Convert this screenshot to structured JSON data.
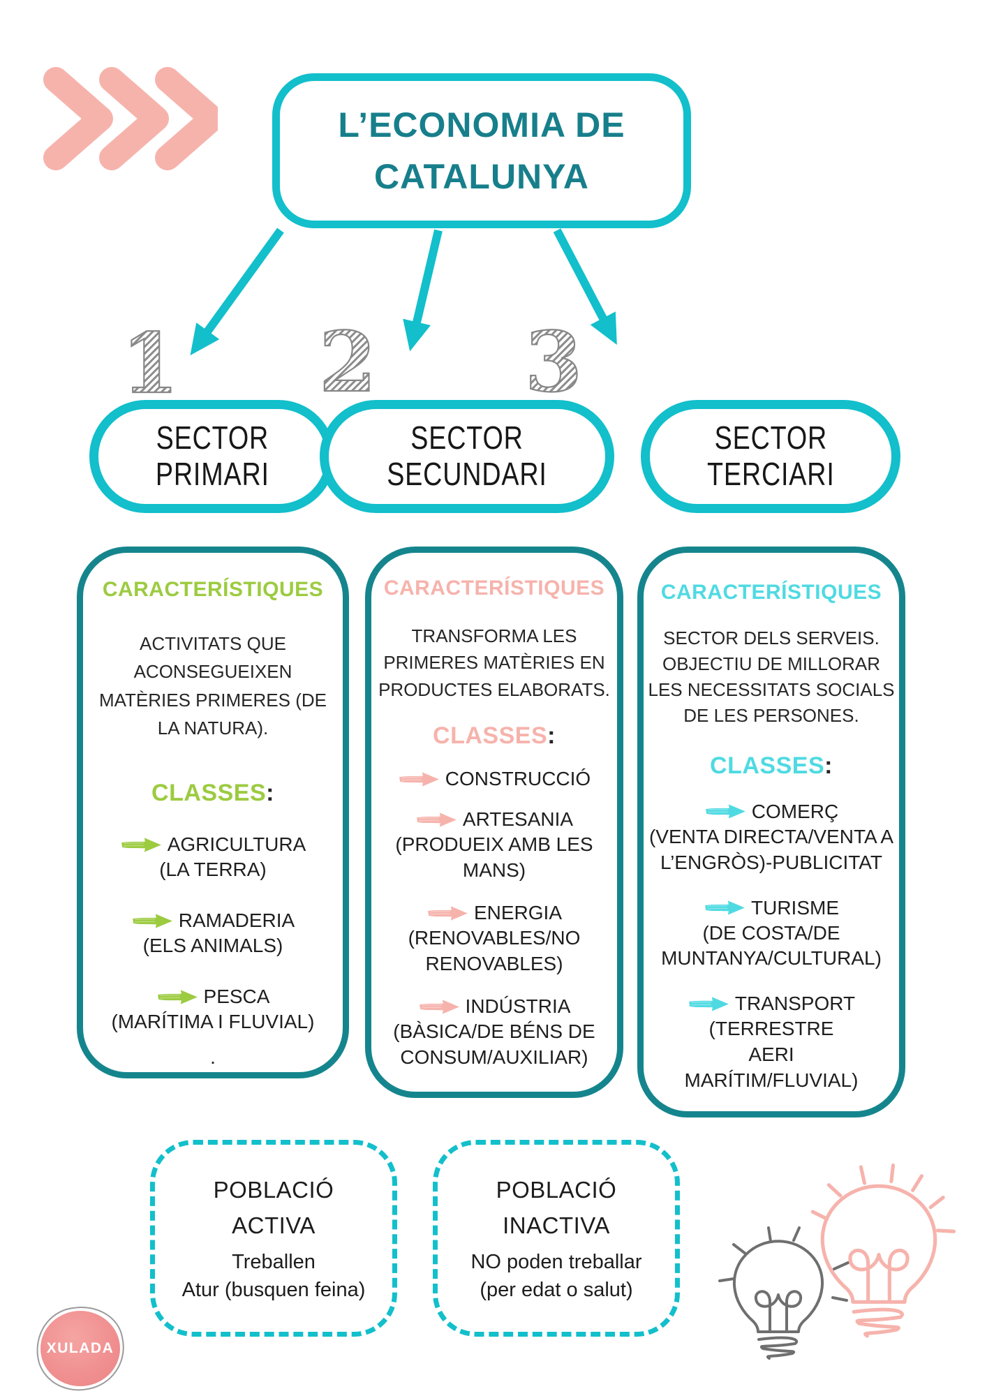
{
  "colors": {
    "teal_bright": "#12BFCB",
    "teal_dark": "#15858D",
    "title_text": "#177F8B",
    "green": "#9CCB40",
    "pink": "#F6B3AC",
    "cyan": "#4FDAE2",
    "number_gray": "#8C8C8C",
    "body_text": "#1E1E1E"
  },
  "title": {
    "line1": "L’ECONOMIA DE",
    "line2": "CATALUNYA"
  },
  "sectors": [
    {
      "number": "1",
      "line1": "SECTOR",
      "line2": "PRIMARI"
    },
    {
      "number": "2",
      "line1": "SECTOR",
      "line2": "SECUNDARI"
    },
    {
      "number": "3",
      "line1": "SECTOR",
      "line2": "TERCIARI"
    }
  ],
  "columns": [
    {
      "heading": "CARACTERÍSTIQUES",
      "description": "ACTIVITATS QUE\nACONSEGUEIXEN\nMATÈRIES PRIMERES (DE\nLA NATURA).",
      "classes_label": "CLASSES",
      "classes_colon": ":",
      "items": [
        {
          "label": "AGRICULTURA",
          "sub": "(LA TERRA)"
        },
        {
          "label": "RAMADERIA",
          "sub": "(ELS ANIMALS)"
        },
        {
          "label": "PESCA",
          "sub": "(MARÍTIMA I FLUVIAL)"
        }
      ],
      "footnote": "."
    },
    {
      "heading": "CARACTERÍSTIQUES",
      "description": "TRANSFORMA LES\nPRIMERES MATÈRIES EN\nPRODUCTES ELABORATS.",
      "classes_label": "CLASSES",
      "classes_colon": ":",
      "items": [
        {
          "label": "CONSTRUCCIÓ",
          "sub": ""
        },
        {
          "label": "ARTESANIA",
          "sub": "(PRODUEIX AMB LES\nMANS)"
        },
        {
          "label": "ENERGIA",
          "sub": "(RENOVABLES/NO\nRENOVABLES)"
        },
        {
          "label": "INDÚSTRIA",
          "sub": "(BÀSICA/DE BÉNS DE\nCONSUM/AUXILIAR)"
        }
      ],
      "footnote": ""
    },
    {
      "heading": "CARACTERÍSTIQUES",
      "description": "SECTOR DELS SERVEIS.\nOBJECTIU DE MILLORAR\nLES NECESSITATS SOCIALS\nDE LES PERSONES.",
      "classes_label": "CLASSES",
      "classes_colon": ":",
      "items": [
        {
          "label": "COMERÇ",
          "sub": "(VENTA DIRECTA/VENTA A\nL’ENGRÒS)-PUBLICITAT"
        },
        {
          "label": "TURISME",
          "sub": "(DE COSTA/DE\nMUNTANYA/CULTURAL)"
        },
        {
          "label": "TRANSPORT",
          "sub": "(TERRESTRE\nAERI\nMARÍTIM/FLUVIAL)"
        }
      ],
      "footnote": ""
    }
  ],
  "population_boxes": [
    {
      "title": "POBLACIÓ\nACTIVA",
      "body": "Treballen\nAtur (busquen feina)"
    },
    {
      "title": "POBLACIÓ\nINACTIVA",
      "body": "NO poden treballar\n(per edat o salut)"
    }
  ],
  "logo": {
    "text": "XULADA"
  }
}
